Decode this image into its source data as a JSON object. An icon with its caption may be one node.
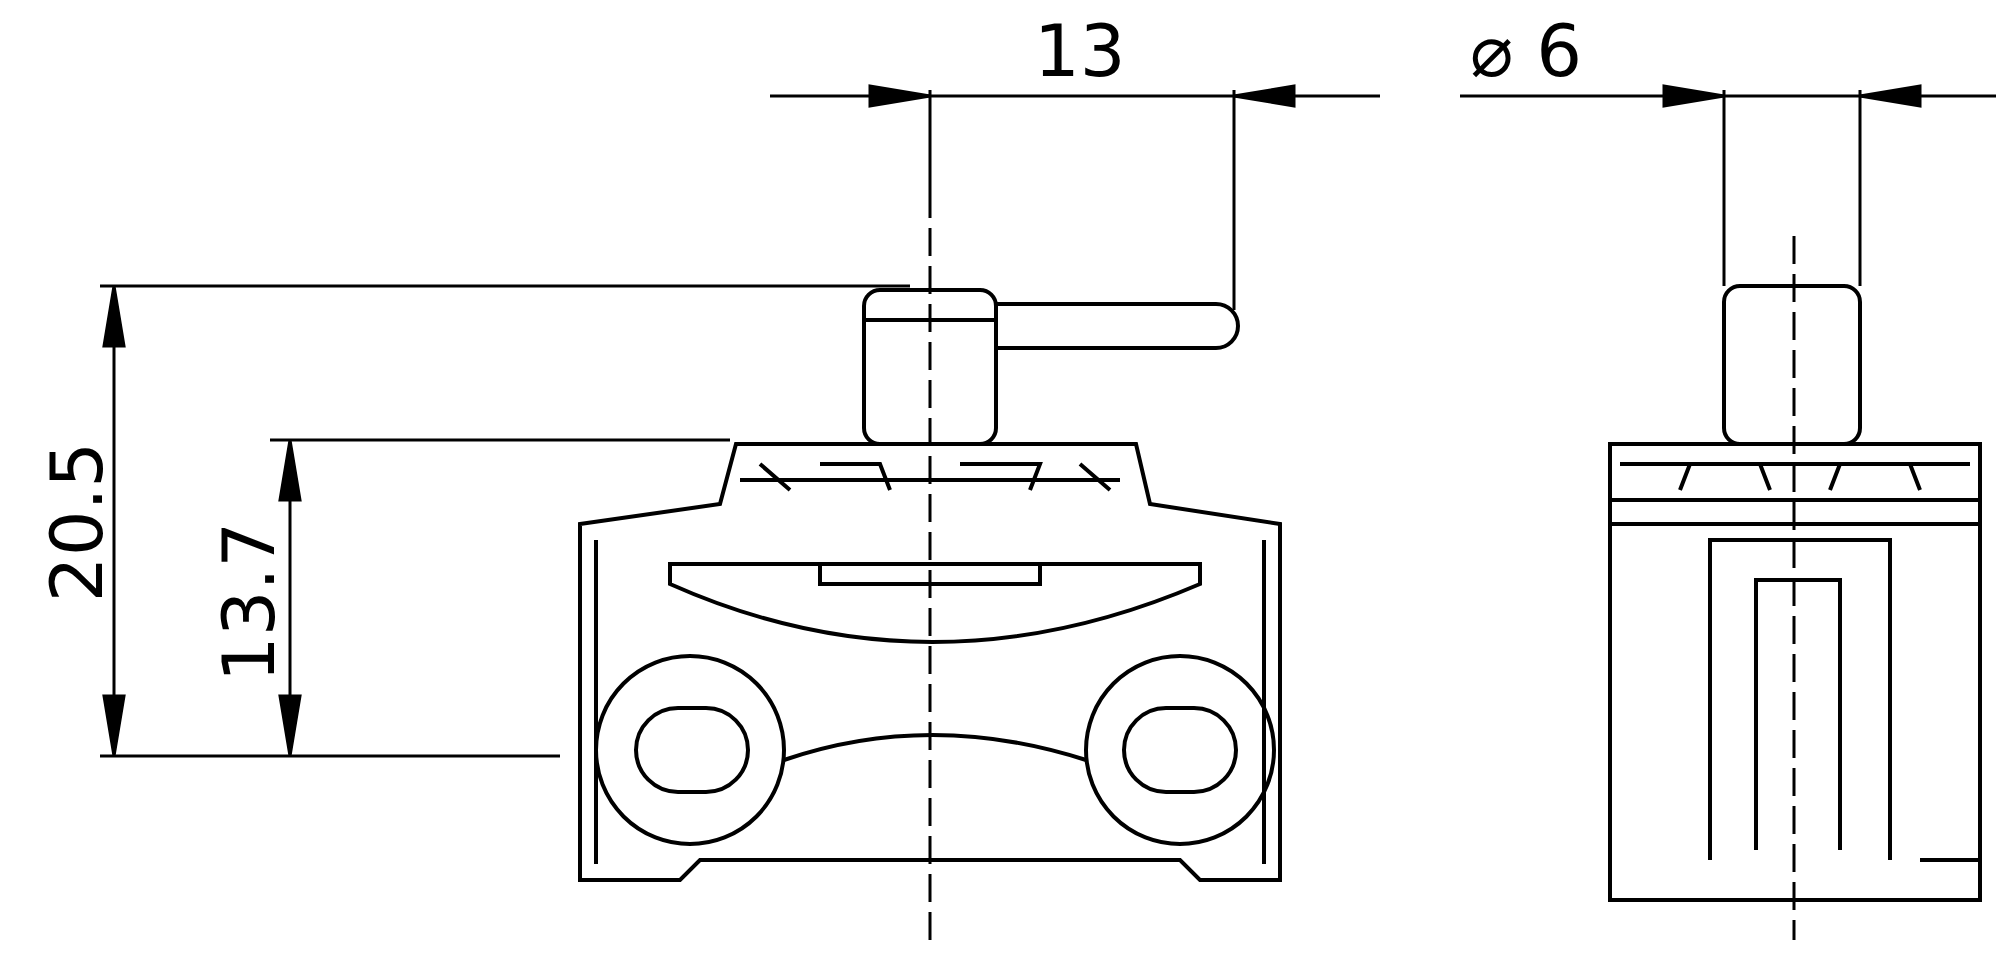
{
  "diagram": {
    "labels": [
      "13",
      "⌀ 6",
      "20.5",
      "13.7"
    ]
  }
}
